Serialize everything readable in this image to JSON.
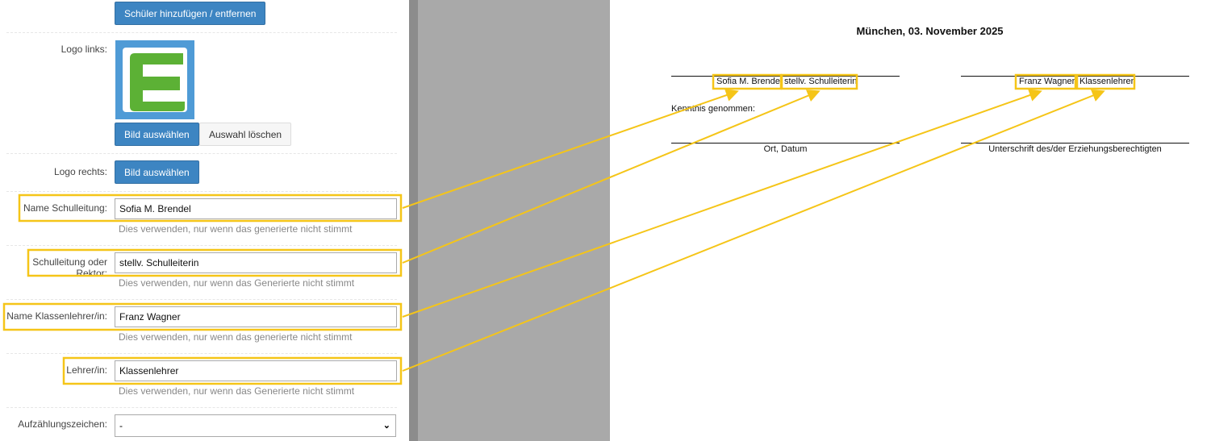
{
  "form": {
    "students_button": "Schüler hinzufügen / entfernen",
    "logo_left_label": "Logo links:",
    "select_image": "Bild auswählen",
    "clear_selection": "Auswahl löschen",
    "logo_right_label": "Logo rechts:",
    "principal_name_label": "Name Schulleitung:",
    "principal_name_value": "Sofia M. Brendel",
    "principal_name_hint": "Dies verwenden, nur wenn das generierte nicht stimmt",
    "principal_role_label": "Schulleitung oder Rektor:",
    "principal_role_value": "stellv. Schulleiterin",
    "principal_role_hint": "Dies verwenden, nur wenn das Generierte nicht stimmt",
    "teacher_name_label": "Name Klassenlehrer/in:",
    "teacher_name_value": "Franz Wagner",
    "teacher_name_hint": "Dies verwenden, nur wenn das generierte nicht stimmt",
    "teacher_role_label": "Lehrer/in:",
    "teacher_role_value": "Klassenlehrer",
    "teacher_role_hint": "Dies verwenden, nur wenn das Generierte nicht stimmt",
    "bullet_label": "Aufzählungszeichen:",
    "bullet_value": "-"
  },
  "doc": {
    "date_line": "München, 03. November 2025",
    "principal_name": "Sofia M. Brendel",
    "principal_role": "stellv. Schulleiterin",
    "teacher_name": "Franz Wagner",
    "teacher_role": "Klassenlehrer",
    "acknowledged": "Kenntnis genommen:",
    "place_date": "Ort, Datum",
    "guardian_signature": "Unterschrift des/der Erziehungsberechtigten"
  },
  "colors": {
    "primary": "#3d85c2",
    "highlight": "#f5c518",
    "logo_blue": "#4f9bd6",
    "logo_green": "#5cb135"
  }
}
